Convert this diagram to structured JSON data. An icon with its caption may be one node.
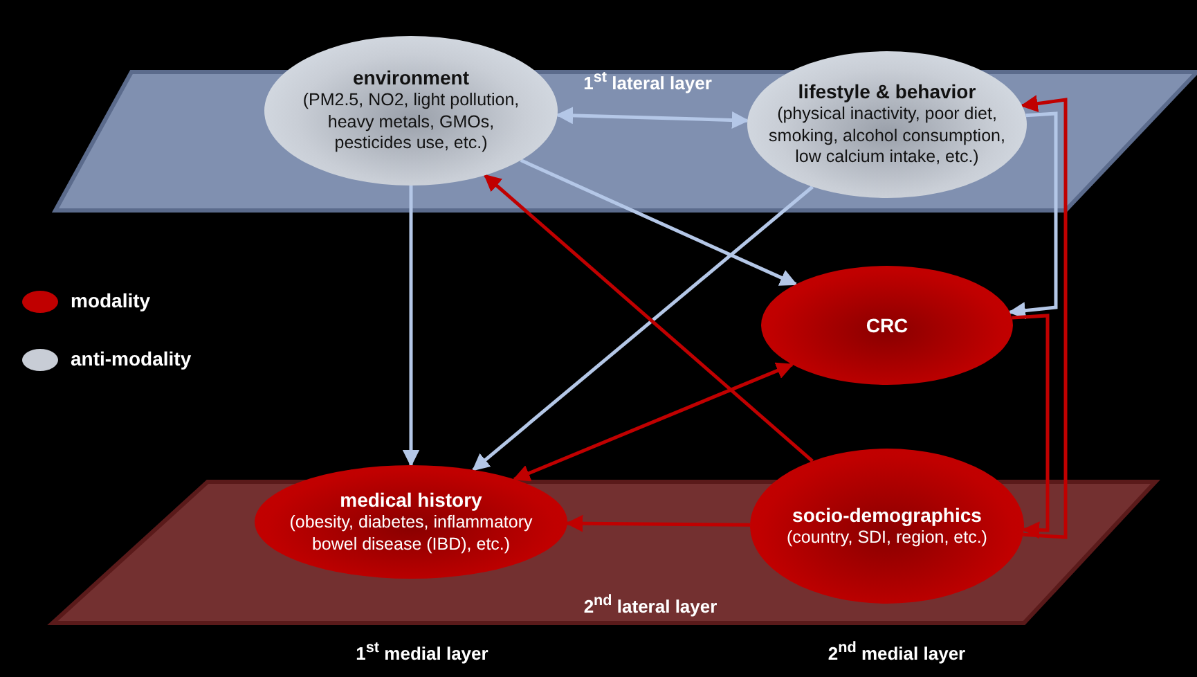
{
  "diagram": {
    "nodes": [
      {
        "text": [
          "environment",
          "(PM2.5, NO2, light pollution, heavy metals, GMOs, pesticides use, etc.)"
        ]
      },
      {
        "text": [
          "lifestyle & behavior",
          "(physical inactivity, poor diet, smoking, alcohol consumption, low calcium intake, etc.)"
        ]
      },
      {
        "text": [
          "CRC"
        ]
      },
      {
        "text": [
          "medical history",
          "(obesity, diabetes, inflammatory bowel disease (IBD), etc.)"
        ]
      },
      {
        "text": [
          "socio-demographics",
          "(country, SDI, region, etc.)"
        ]
      }
    ],
    "edges": [
      {
        "from": 0,
        "to": 1,
        "arrow": "both",
        "color": "#b4c7e7"
      },
      {
        "from": 0,
        "to": 3,
        "arrow": "to",
        "color": "#b4c7e7"
      },
      {
        "from": 1,
        "to": 3,
        "arrow": "to",
        "color": "#b4c7e7"
      },
      {
        "from": 0,
        "to": 2,
        "arrow": "to",
        "color": "#b4c7e7"
      },
      {
        "from": 1,
        "to": 2,
        "arrow": "to",
        "color": "#b4c7e7"
      },
      {
        "from": 4,
        "to": 0,
        "arrow": "to",
        "color": "#c00000"
      },
      {
        "from": 2,
        "to": 4,
        "arrow": "to",
        "color": "#c00000"
      },
      {
        "from": 4,
        "to": 1,
        "arrow": "to",
        "color": "#c00000"
      },
      {
        "from": 4,
        "to": 3,
        "arrow": "to",
        "color": "#c00000"
      },
      {
        "from": 3,
        "to": 2,
        "arrow": "both",
        "color": "#c00000"
      }
    ],
    "labels": [
      "1$^{st}$ lateral layer",
      "2$^{nd}$ lateral layer",
      "1$^{st}$ medial layer",
      "2$^{nd}$ medial layer"
    ],
    "legend": [
      {
        "text": "modality",
        "color": "#c00000"
      },
      {
        "text": "anti-modality",
        "color": "#c8cdd6"
      }
    ]
  }
}
